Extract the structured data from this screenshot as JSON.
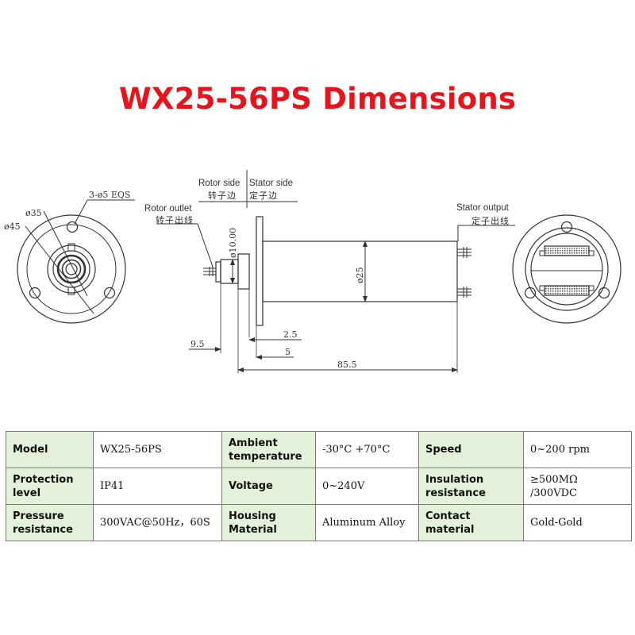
{
  "title": "WX25-56PS Dimensions",
  "drawing": {
    "left_view": {
      "d35": "ø35",
      "d45": "ø45",
      "holes": "3-ø5 EQS"
    },
    "side_view": {
      "rotor_side": "Rotor side",
      "rotor_side_cn": "转子边",
      "stator_side": "Stator side",
      "stator_side_cn": "定子边",
      "rotor_outlet": "Rotor outlet",
      "rotor_outlet_cn": "转子出线",
      "stator_output": "Stator output",
      "stator_output_cn": "定子出线",
      "d10": "ø10.00",
      "d25": "ø25",
      "dim_2_5": "2.5",
      "dim_9_5": "9.5",
      "dim_5": "5",
      "dim_85_5": "85.5"
    }
  },
  "specs": {
    "rows": [
      [
        {
          "key": "Model",
          "value": "WX25-56PS"
        },
        {
          "key": "Ambient temperature",
          "value": "-30°C  +70°C"
        },
        {
          "key": "Speed",
          "value": "0~200 rpm"
        }
      ],
      [
        {
          "key": "Protection level",
          "value": "IP41"
        },
        {
          "key": "Voltage",
          "value": "0~240V"
        },
        {
          "key": "Insulation resistance",
          "value": "≥500MΩ  /300VDC"
        }
      ],
      [
        {
          "key": "Pressure resistance",
          "value": "300VAC@50Hz，60S"
        },
        {
          "key": "Housing Material",
          "value": "Aluminum Alloy"
        },
        {
          "key": "Contact material",
          "value": "Gold-Gold"
        }
      ]
    ]
  }
}
